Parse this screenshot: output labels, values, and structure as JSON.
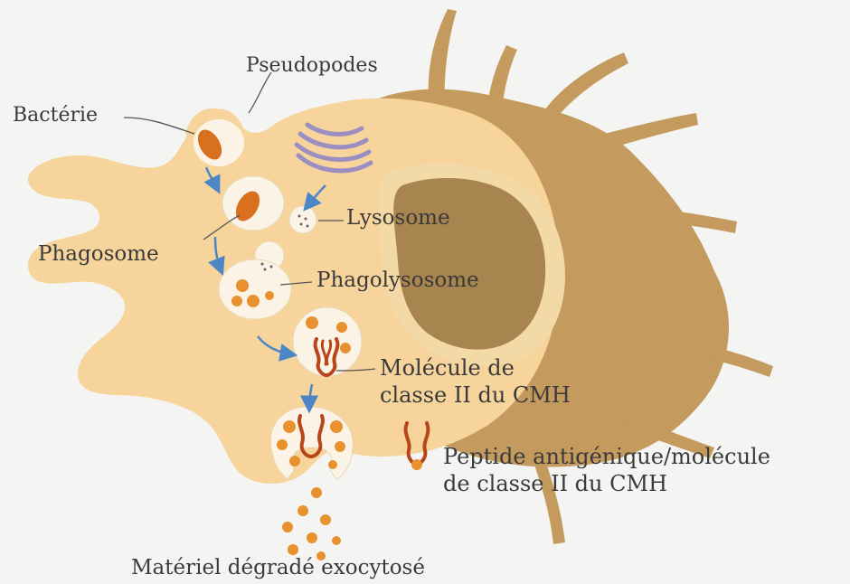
{
  "diagram": {
    "labels": {
      "pseudopodes": "Pseudopodes",
      "bacterie": "Bactérie",
      "phagosome": "Phagosome",
      "lysosome": "Lysosome",
      "phagolysosome": "Phagolysosome",
      "molecule_line1": "Molécule de",
      "molecule_line2": "classe II du CMH",
      "peptide_line1": "Peptide antigénique/molécule",
      "peptide_line2": "de classe II du CMH",
      "exocytose": "Matériel dégradé exocytosé"
    },
    "colors": {
      "background": "#f4f4f2",
      "macrophage_light": "#f6d49c",
      "macrophage_dark": "#c59a5e",
      "nucleus": "#a8844f",
      "nucleus_ring": "#f2d9a6",
      "bacteria": "#d9701e",
      "vesicle": "#fbf4e6",
      "golgi": "#9a8fc0",
      "arrow": "#4d86c6",
      "mhc": "#b9461b",
      "leader_line": "#555555"
    }
  }
}
